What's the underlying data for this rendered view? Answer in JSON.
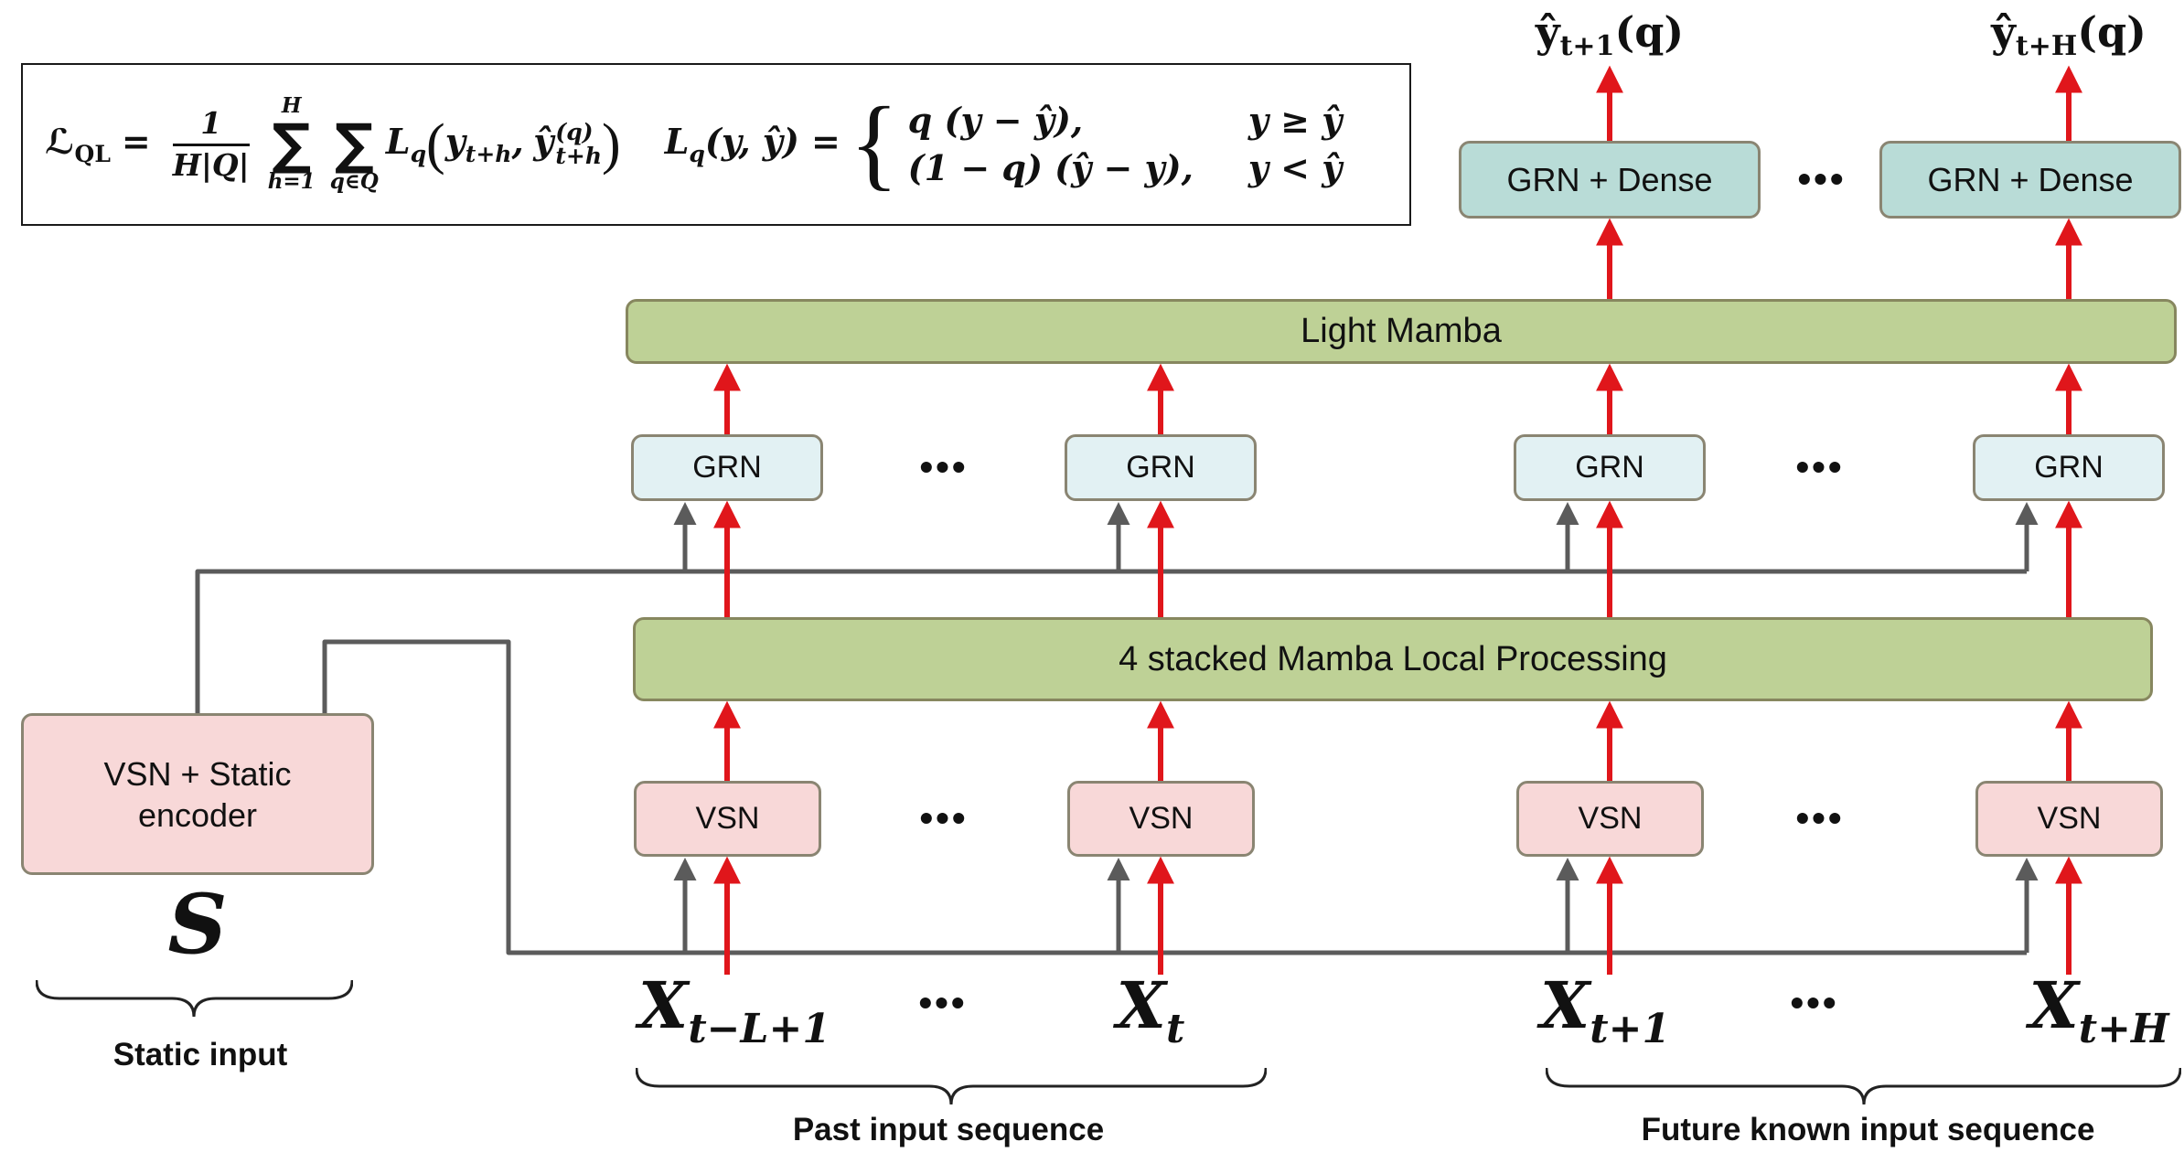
{
  "colors": {
    "arrow_red": "#e0161b",
    "arrow_gray": "#5b5b5b",
    "bar_green": "#bed196",
    "grn_blue": "#e2f1f3",
    "grn_dense_teal": "#b9dcd7",
    "vsn_pink": "#f8d8d8",
    "box_border": "#8a8572"
  },
  "formula": {
    "loss": {
      "sym": "ℒ",
      "sub": "QL",
      "eq": "="
    },
    "frac": {
      "num": "1",
      "den": "H|Q|"
    },
    "sum1": {
      "top": "H",
      "sym": "∑",
      "bot": "h=1"
    },
    "sum2": {
      "top": "",
      "sym": "∑",
      "bot": "q∈Q"
    },
    "term": {
      "L": "L",
      "Lsub": "q",
      "open": "(",
      "y": "y",
      "ysub": "t+h",
      "comma": ",",
      "yhat": "ŷ",
      "yhatsup": "(q)",
      "yhatsub": "t+h",
      "close": ")"
    },
    "def": {
      "L": "L",
      "Lsub": "q",
      "args": "(y, ŷ) =",
      "brace": "{",
      "case1": "q (y − ŷ),",
      "cond1": "y ≥ ŷ",
      "case2": "(1 − q) (ŷ − y),",
      "cond2": "y < ŷ"
    }
  },
  "outputs": [
    {
      "base": "ŷ",
      "sub": "t+1",
      "arg": "(q)"
    },
    {
      "base": "ŷ",
      "sub": "t+H",
      "arg": "(q)"
    }
  ],
  "boxes": {
    "grn_dense": "GRN + Dense",
    "light_mamba": "Light Mamba",
    "grn": "GRN",
    "local_processing": "4 stacked Mamba Local Processing",
    "vsn": "VSN",
    "static_encoder": "VSN + Static encoder"
  },
  "labels": {
    "s": "S",
    "static_input": "Static input",
    "past": "Past input sequence",
    "future": "Future known input sequence",
    "dots": "•••"
  },
  "inputs": [
    {
      "base": "X",
      "sub": "t−L+1"
    },
    {
      "base": "X",
      "sub": "t"
    },
    {
      "base": "X",
      "sub": "t+1"
    },
    {
      "base": "X",
      "sub": "t+H"
    }
  ]
}
